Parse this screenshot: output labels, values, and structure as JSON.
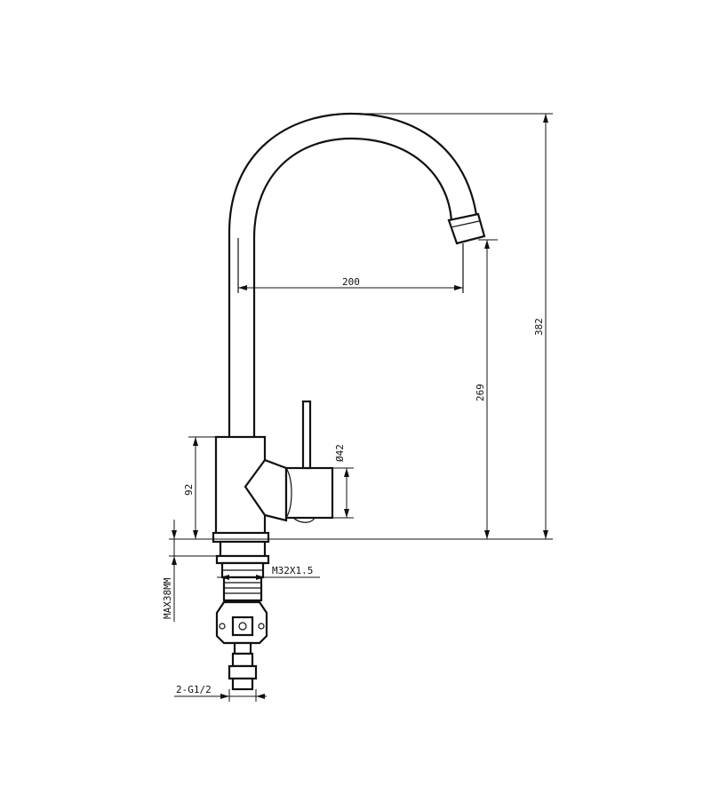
{
  "dimensions": {
    "reach": "200",
    "spout_height": "269",
    "total_height": "382",
    "lever_diameter": "Ø42",
    "body_height": "92",
    "thread": "M32X1.5",
    "max_thickness": "MAX38MM",
    "connection": "2-G1/2"
  },
  "colors": {
    "line": "#111111",
    "background": "#ffffff"
  }
}
